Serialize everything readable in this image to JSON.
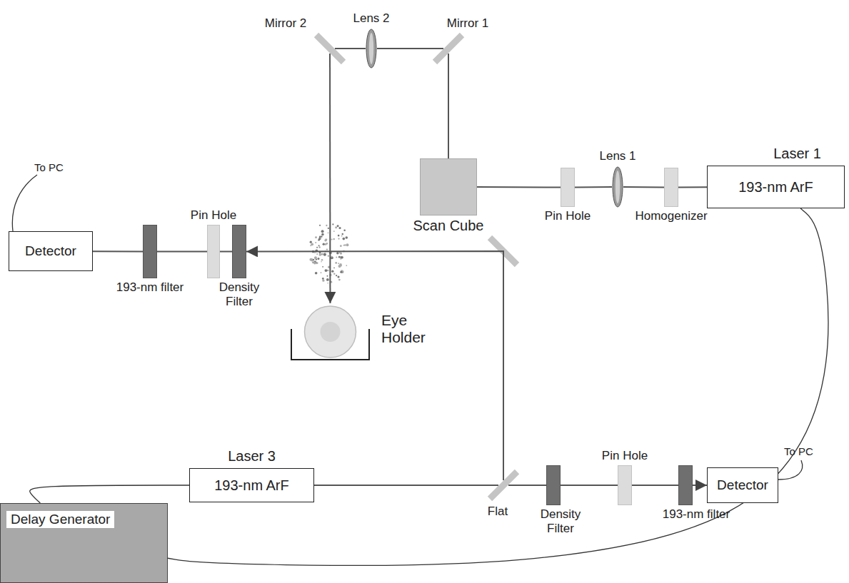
{
  "diagram": {
    "nodes": [
      {
        "text": [
          "Lens 2"
        ]
      },
      {
        "text": [
          "Mirror 2"
        ]
      },
      {
        "text": [
          "Mirror 1"
        ]
      },
      {
        "text": [
          "Laser 1",
          "193-nm ArF"
        ]
      },
      {
        "text": [
          "Scan Cube"
        ]
      },
      {
        "text": [
          "Pin Hole"
        ]
      },
      {
        "text": [
          "Lens 1"
        ]
      },
      {
        "text": [
          "Homogenizer"
        ]
      },
      {
        "text": [
          "Detector"
        ]
      },
      {
        "text": [
          "193-nm filter"
        ]
      },
      {
        "text": [
          "Pin Hole"
        ]
      },
      {
        "text": [
          "Density Filter"
        ]
      },
      {
        "text": [
          "Eye Holder"
        ]
      },
      {
        "text": [
          "Laser 3",
          "193-nm ArF"
        ]
      },
      {
        "text": [
          "Flat"
        ]
      },
      {
        "text": [
          "Density Filter"
        ]
      },
      {
        "text": [
          "Pin Hole"
        ]
      },
      {
        "text": [
          "193-nm filter"
        ]
      },
      {
        "text": [
          "Detector"
        ]
      },
      {
        "text": [
          "Delay Generator"
        ]
      }
    ],
    "edges": [
      {
        "from": 3,
        "to": 7,
        "arrow": "none"
      },
      {
        "from": 7,
        "to": 6,
        "arrow": "none"
      },
      {
        "from": 6,
        "to": 5,
        "arrow": "none"
      },
      {
        "from": 5,
        "to": 4,
        "arrow": "none"
      },
      {
        "from": 4,
        "to": 2,
        "arrow": "none"
      },
      {
        "from": 2,
        "to": 0,
        "arrow": "none"
      },
      {
        "from": 0,
        "to": 1,
        "arrow": "none"
      },
      {
        "from": 1,
        "to": 12,
        "arrow": "to"
      },
      {
        "from": 13,
        "to": 14,
        "arrow": "none"
      },
      {
        "from": 14,
        "to": 15,
        "arrow": "none"
      },
      {
        "from": 15,
        "to": 16,
        "arrow": "none"
      },
      {
        "from": 16,
        "to": 17,
        "arrow": "none"
      },
      {
        "from": 17,
        "to": 18,
        "arrow": "to"
      },
      {
        "from": 14,
        "to": 11,
        "arrow": "to"
      },
      {
        "from": 11,
        "to": 10,
        "arrow": "none"
      },
      {
        "from": 10,
        "to": 9,
        "arrow": "none"
      },
      {
        "from": 9,
        "to": 8,
        "arrow": "none"
      },
      {
        "from": 19,
        "to": 13,
        "arrow": "none"
      },
      {
        "from": 19,
        "to": 3,
        "arrow": "none"
      }
    ],
    "labels": [
      "To PC",
      "To PC"
    ]
  }
}
